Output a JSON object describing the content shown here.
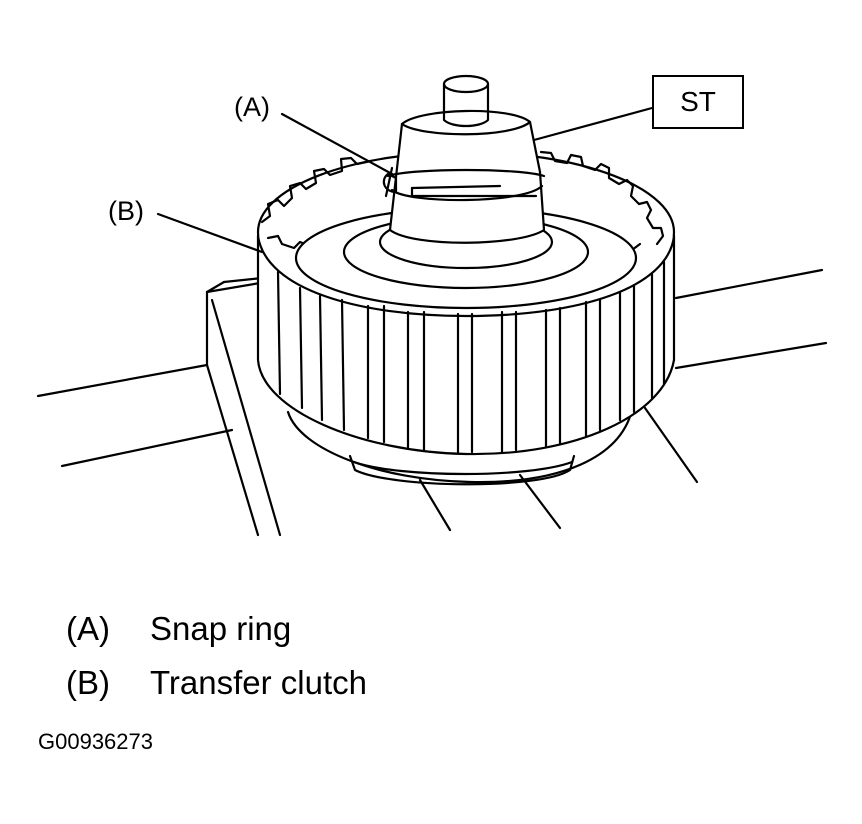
{
  "callouts": {
    "a": "(A)",
    "b": "(B)",
    "st": "ST"
  },
  "legend": [
    {
      "key": "(A)",
      "label": "Snap ring"
    },
    {
      "key": "(B)",
      "label": "Transfer clutch"
    }
  ],
  "figure_id": "G00936273"
}
